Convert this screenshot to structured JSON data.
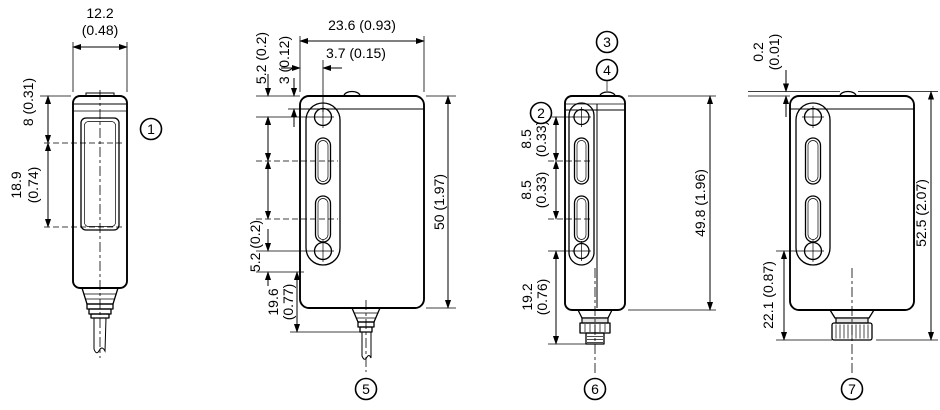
{
  "drawing": {
    "callouts": {
      "c1": "1",
      "c2": "2",
      "c3": "3",
      "c4": "4",
      "c5": "5",
      "c6": "6",
      "c7": "7"
    },
    "v1": {
      "width_mm": "12.2",
      "width_in": "(0.48)",
      "cap": "8 (0.31)",
      "window_mm": "18.9",
      "window_in": "(0.74)"
    },
    "v2": {
      "depth": "23.6 (0.93)",
      "face": "3.7 (0.15)",
      "edge": "3 (0.12)",
      "hole_top": "5.2 (0.2)",
      "hole_bottom": "5.2 (0.2)",
      "cable_mm": "19.6",
      "cable_in": "(0.77)",
      "height": "50 (1.97)"
    },
    "v3": {
      "pitch1_mm": "8.5",
      "pitch1_in": "(0.33)",
      "pitch2_mm": "8.5",
      "pitch2_in": "(0.33)",
      "conn_mm": "19.2",
      "conn_in": "(0.76)",
      "height": "49.8 (1.96)"
    },
    "v4": {
      "bump_mm": "0.2",
      "bump_in": "(0.01)",
      "conn": "22.1 (0.87)",
      "height": "52.5 (2.07)"
    }
  }
}
